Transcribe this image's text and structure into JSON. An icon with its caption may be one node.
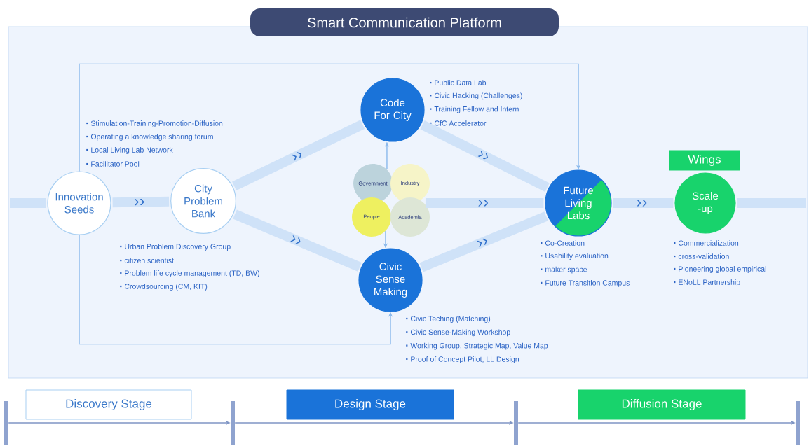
{
  "diagram": {
    "title": "Smart Communication Platform",
    "nodes": [
      {
        "text": [
          "Innovation Seeds"
        ],
        "beside": [
          "Stimulation-Training-Promotion-Diffusion",
          "Operating a knowledge sharing forum",
          "Local Living Lab Network",
          "Facilitator Pool"
        ]
      },
      {
        "text": [
          "City Problem Bank"
        ],
        "beside": [
          "Urban Problem Discovery Group",
          "citizen scientist",
          "Problem life cycle management (TD, BW)",
          "Crowdsourcing (CM, KIT)"
        ]
      },
      {
        "text": [
          "Code For City"
        ],
        "beside": [
          "Public Data Lab",
          "Civic Hacking (Challenges)",
          "Training Fellow and Intern",
          "CfC Accelerator"
        ]
      },
      {
        "text": [
          "Government"
        ]
      },
      {
        "text": [
          "Industry"
        ]
      },
      {
        "text": [
          "People"
        ]
      },
      {
        "text": [
          "Academia"
        ]
      },
      {
        "text": [
          "Civic Sense Making"
        ],
        "beside": [
          "Civic Teching (Matching)",
          "Civic Sense-Making Workshop",
          "Working Group, Strategic Map, Value Map",
          "Proof of Concept Pilot, LL Design"
        ]
      },
      {
        "text": [
          "Future Living Labs"
        ],
        "beside": [
          "Co-Creation",
          "Usability evaluation",
          "maker space",
          "Future Transition Campus"
        ]
      },
      {
        "text": [
          "Wings"
        ]
      },
      {
        "text": [
          "Scale -up"
        ],
        "beside": [
          "Commercialization",
          "cross-validation",
          "Pioneering global empirical",
          "ENoLL Partnership"
        ]
      },
      {
        "text": [
          "Discovery Stage"
        ]
      },
      {
        "text": [
          "Design Stage"
        ]
      },
      {
        "text": [
          "Diffusion Stage"
        ]
      },
      {
        "text": [],
        "shape": "bar"
      },
      {
        "text": [],
        "shape": "bar"
      },
      {
        "text": [],
        "shape": "bar"
      },
      {
        "text": [],
        "shape": "bar"
      }
    ],
    "edges": [
      {
        "from": null,
        "to": 0,
        "arrow": "none"
      },
      {
        "from": 0,
        "to": 1,
        "arrow": "to"
      },
      {
        "from": 1,
        "to": 2,
        "arrow": "to"
      },
      {
        "from": 1,
        "to": 7,
        "arrow": "to"
      },
      {
        "from": 2,
        "to": 8,
        "arrow": "to"
      },
      {
        "from": 7,
        "to": 8,
        "arrow": "to"
      },
      {
        "from": 6,
        "to": 8,
        "arrow": "to"
      },
      {
        "from": 8,
        "to": 10,
        "arrow": "to"
      },
      {
        "from": 10,
        "to": null,
        "arrow": "none"
      },
      {
        "from": 3,
        "to": 2,
        "arrow": "to"
      },
      {
        "from": 5,
        "to": 7,
        "arrow": "to"
      },
      {
        "from": 0,
        "to": 8,
        "arrow": "to"
      },
      {
        "from": 0,
        "to": 7,
        "arrow": "to"
      },
      {
        "from": 14,
        "to": 15,
        "arrow": "to",
        "color": "#7f95c4"
      },
      {
        "from": 15,
        "to": 16,
        "arrow": "to",
        "color": "#7f95c4"
      },
      {
        "from": 16,
        "to": 17,
        "arrow": "to",
        "color": "#7f95c4"
      }
    ]
  }
}
